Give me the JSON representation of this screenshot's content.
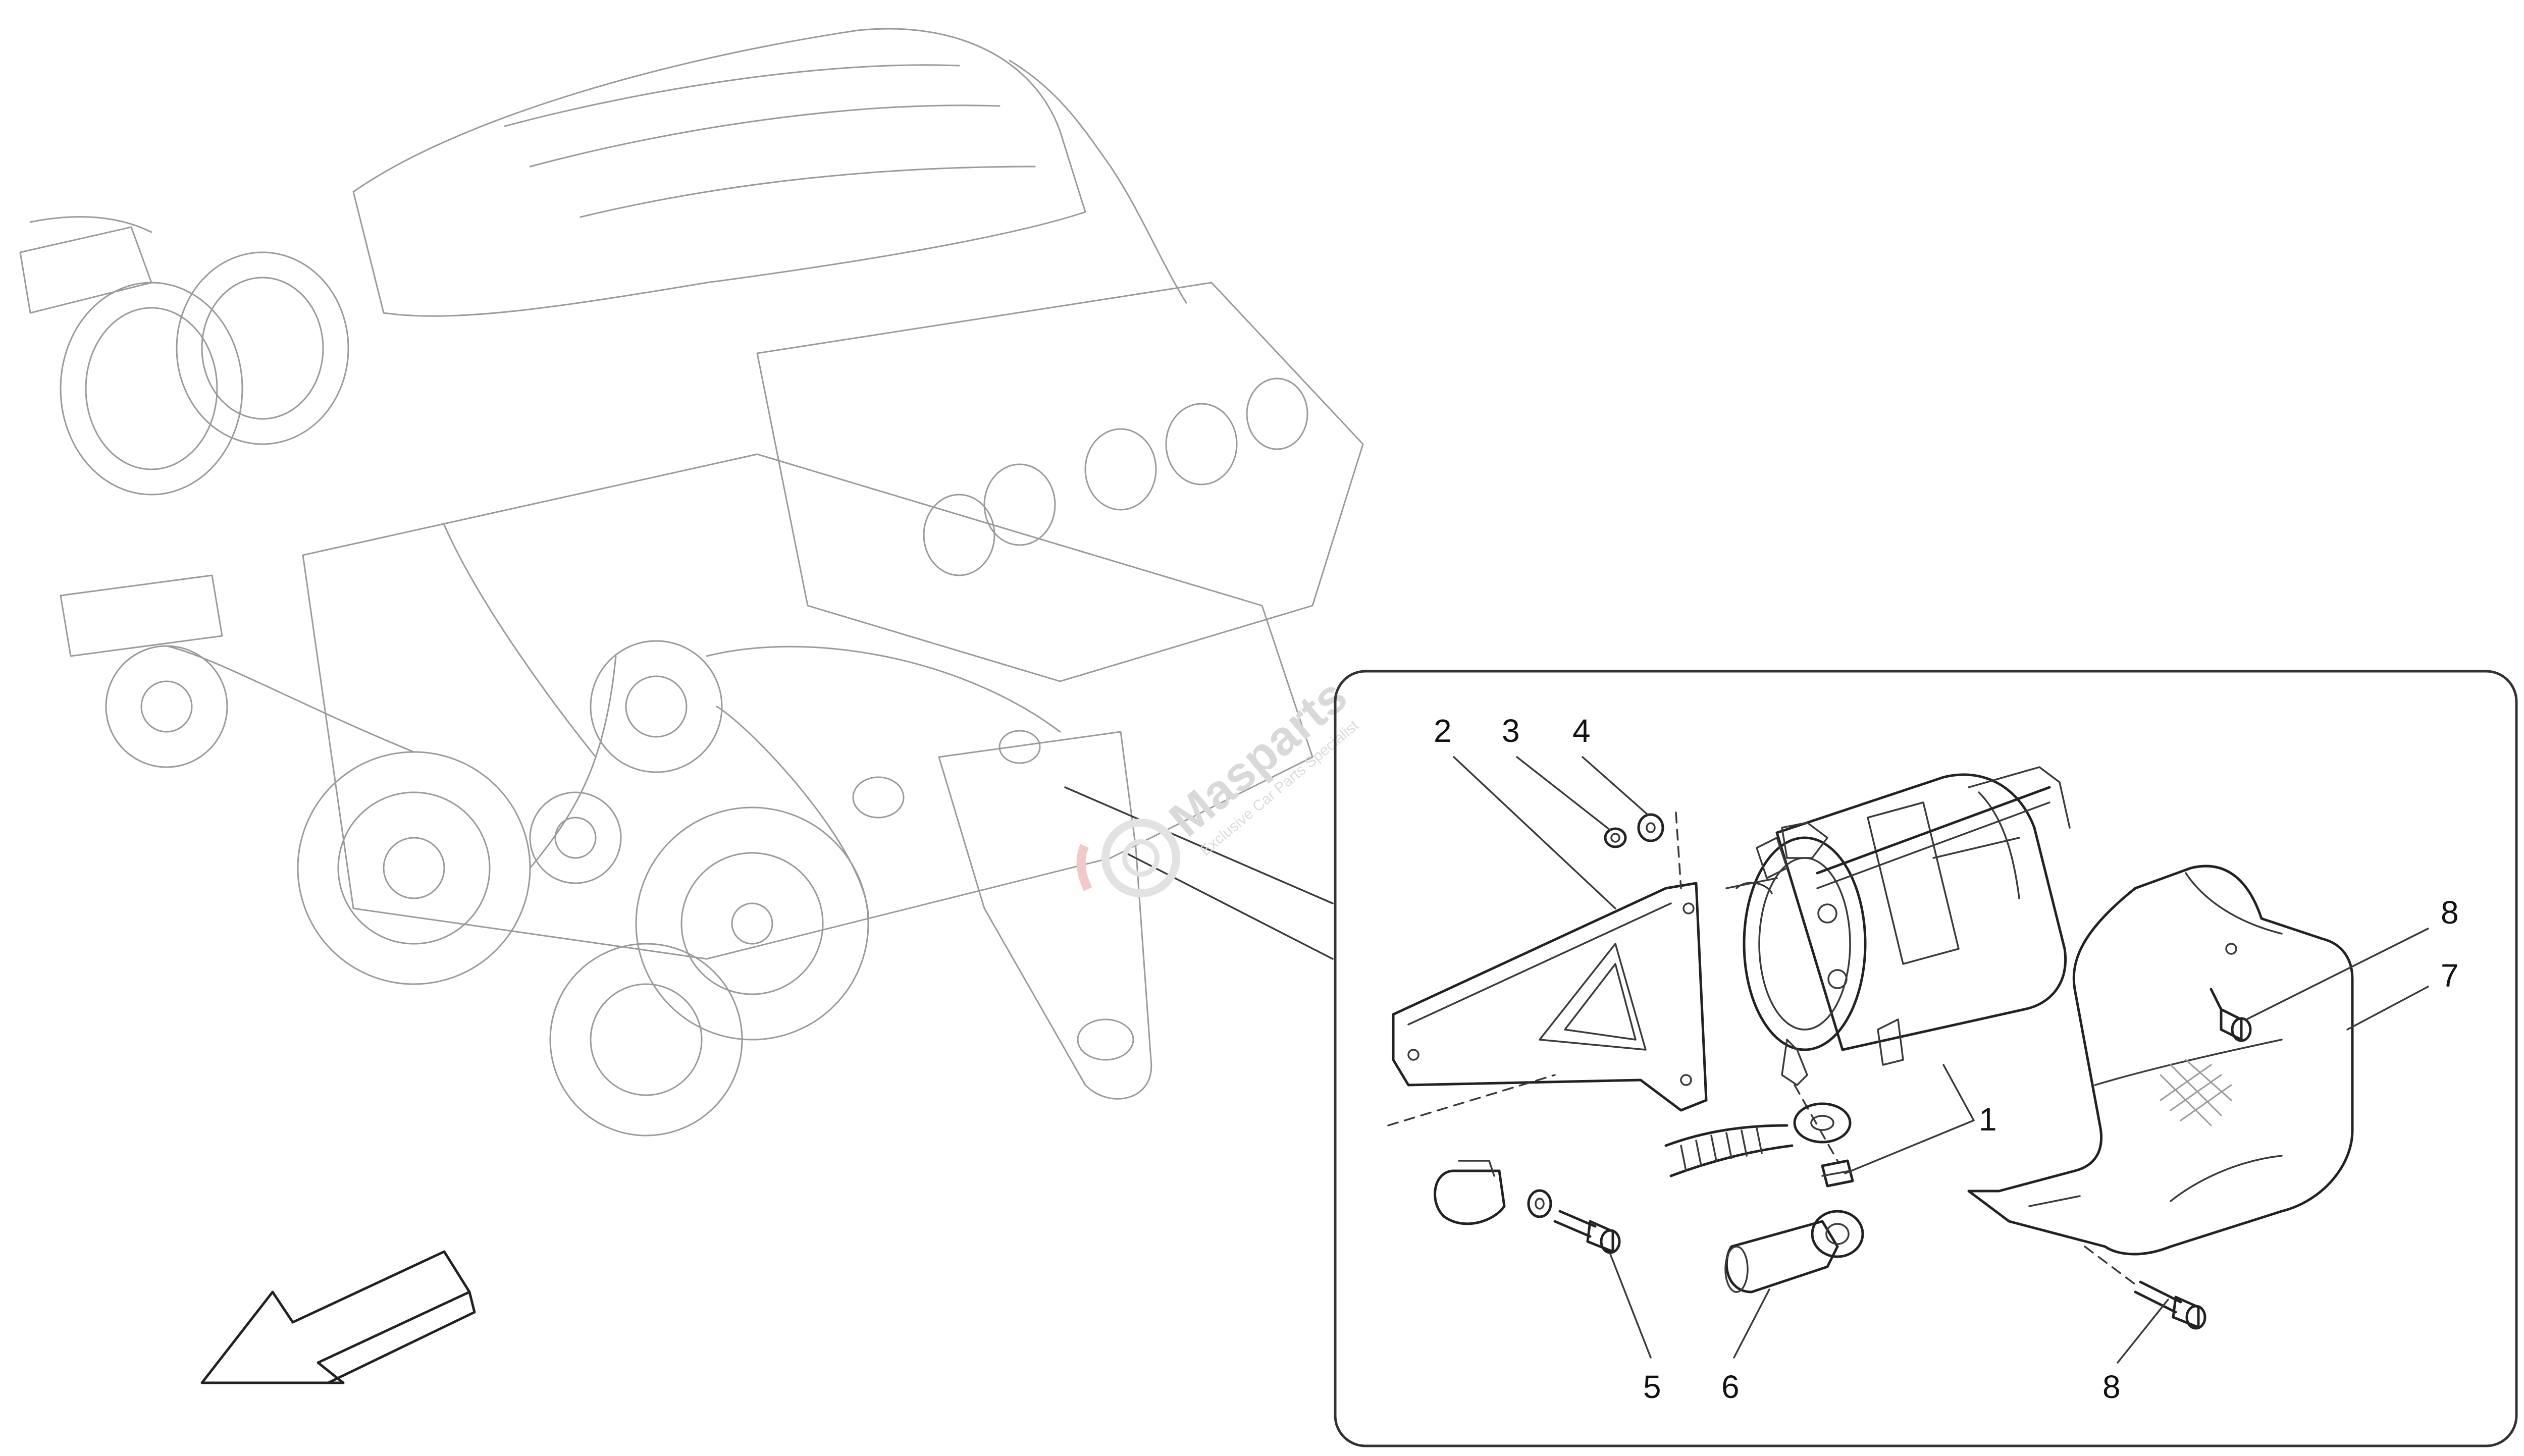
{
  "diagram": {
    "callouts": [
      {
        "id": "2",
        "label": "2"
      },
      {
        "id": "3",
        "label": "3"
      },
      {
        "id": "4",
        "label": "4"
      },
      {
        "id": "8-top",
        "label": "8"
      },
      {
        "id": "7",
        "label": "7"
      },
      {
        "id": "1",
        "label": "1"
      },
      {
        "id": "5",
        "label": "5"
      },
      {
        "id": "6",
        "label": "6"
      },
      {
        "id": "8-bottom",
        "label": "8"
      }
    ]
  },
  "watermark": {
    "brand": "Masparts",
    "tagline": "Exclusive Car Parts Specialist",
    "colors": {
      "brand": "#d9d9d9",
      "accent": "#f2c9c9"
    }
  }
}
